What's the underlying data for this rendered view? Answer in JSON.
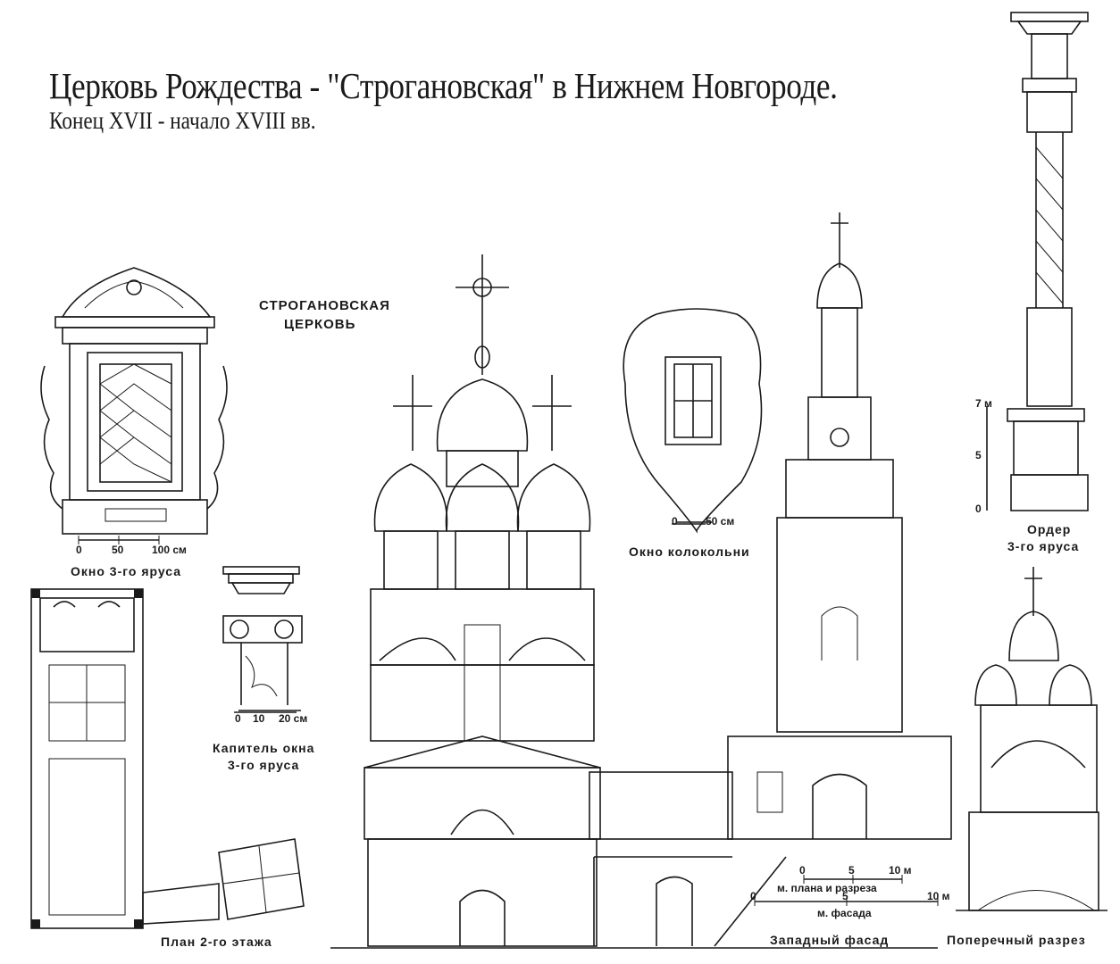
{
  "header": {
    "title": "Церковь Рождества - \"Строгановская\" в Нижнем Новгороде.",
    "subtitle": "Конец XVII - начало XVIII вв."
  },
  "labels": {
    "church_name_line1": "СТРОГАНОВСКАЯ",
    "church_name_line2": "ЦЕРКОВЬ",
    "window_3rd_tier": "Окно 3-го яруса",
    "capital_line1": "Капитель окна",
    "capital_line2": "3-го яруса",
    "plan_2nd_floor": "План 2-го этажа",
    "bell_tower_window": "Окно колокольни",
    "order_line1": "Ордер",
    "order_line2": "3-го яруса",
    "west_facade": "Западный фасад",
    "cross_section": "Поперечный разрез"
  },
  "scales": {
    "window": [
      "0",
      "50",
      "100 см"
    ],
    "capital": [
      "0",
      "10",
      "20 см"
    ],
    "bell_window": [
      "0",
      "50 см"
    ],
    "order": [
      "0",
      "5",
      "7 м"
    ],
    "plan_section": [
      "0",
      "5",
      "10 м"
    ],
    "plan_section_label": "м. плана и разреза",
    "facade": [
      "0",
      "5",
      "10 м"
    ],
    "facade_label": "м. фасада"
  }
}
